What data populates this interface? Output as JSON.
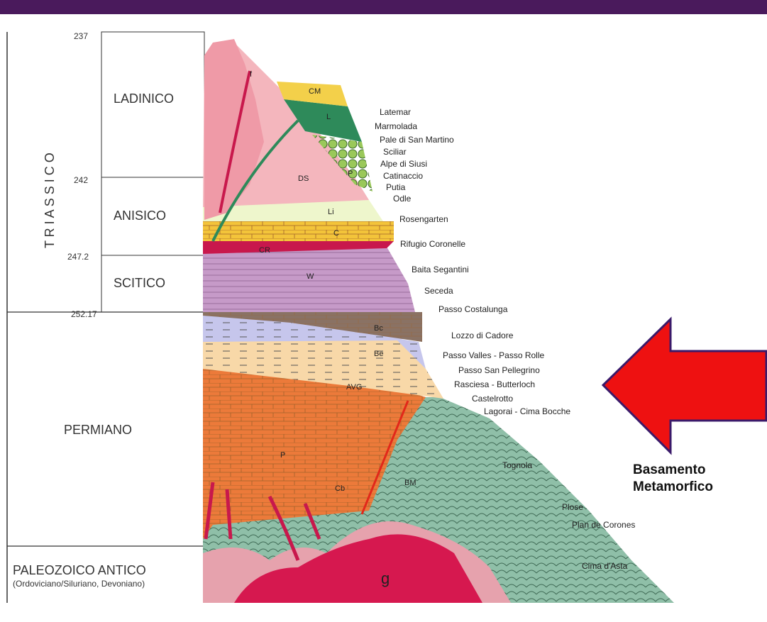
{
  "periods": {
    "triassico": "T R I A S S I C O",
    "ladinico": "LADINICO",
    "anisico": "ANISICO",
    "scitico": "SCITICO",
    "permiano": "PERMIANO",
    "paleozoico": "PALEOZOICO ANTICO",
    "paleozoico_sub": "(Ordoviciano/Siluriano, Devoniano)"
  },
  "ages": [
    "237",
    "242",
    "247.2",
    "252.17"
  ],
  "units": {
    "f": "f",
    "CM": "CM",
    "L": "L",
    "P_top": "P",
    "DS": "DS",
    "Li": "Li",
    "C": "C",
    "CR": "CR",
    "W": "W",
    "Bc": "Bc",
    "Be": "Be",
    "AVG": "AVG",
    "P": "P",
    "Cb": "Cb",
    "BM": "BM",
    "g": "g"
  },
  "locations": [
    "Latemar",
    "Marmolada",
    "Pale di San Martino",
    "Sciliar",
    "Alpe di Siusi",
    "Catinaccio",
    "Putia",
    "Odle",
    "Rosengarten",
    "Rifugio Coronelle",
    "Baita Segantini",
    "Seceda",
    "Passo Costalunga",
    "Lozzo di Cadore",
    "Passo Valles - Passo Rolle",
    "Passo San Pellegrino",
    "Rasciesa - Butterloch",
    "Castelrotto",
    "Lagorai - Cima Bocche",
    "Tognola",
    "Plose",
    "Plan de Corones",
    "Cima d'Asta"
  ],
  "basamento": [
    "Basamento",
    "Metamorfico"
  ],
  "colors": {
    "topbar": "#4a1a5c",
    "arrow": "#ee1111",
    "arrow_border": "#3a1a6a",
    "pink": "#f4b6bd",
    "magenta": "#c8184c",
    "green_dark": "#2e8a5a",
    "green_light": "#9ac85a",
    "yellow": "#f3c43a",
    "purple": "#c69ac8",
    "brown": "#8a7264",
    "lavender": "#c6c6ec",
    "peach": "#f8d8a8",
    "orange": "#ec7a3a",
    "seagreen": "#8fbfa8"
  }
}
